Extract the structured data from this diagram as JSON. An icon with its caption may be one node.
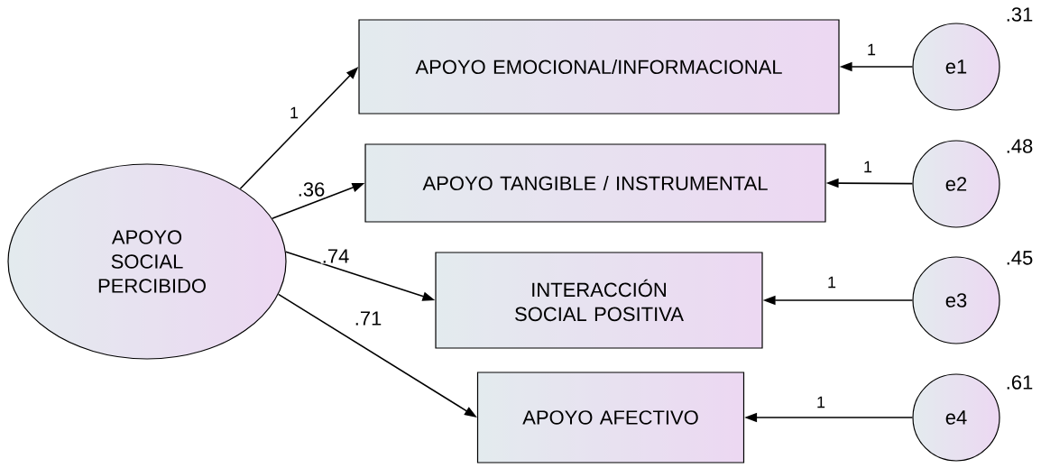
{
  "diagram": {
    "nodes": [
      {
        "text": [
          "APOYO SOCIAL PERCIBIDO"
        ]
      },
      {
        "text": [
          "APOYO EMOCIONAL/INFORMACIONAL"
        ]
      },
      {
        "text": [
          "APOYO TANGIBLE / INSTRUMENTAL"
        ]
      },
      {
        "text": [
          "INTERACCIÓN SOCIAL POSITIVA"
        ]
      },
      {
        "text": [
          "APOYO AFECTIVO"
        ]
      },
      {
        "text": [
          "e1"
        ],
        "beside": [
          ".31"
        ]
      },
      {
        "text": [
          "e2"
        ],
        "beside": [
          ".48"
        ]
      },
      {
        "text": [
          "e3"
        ],
        "beside": [
          ".45"
        ]
      },
      {
        "text": [
          "e4"
        ],
        "beside": [
          ".61"
        ]
      }
    ],
    "edges": [
      {
        "from": 0,
        "to": 1,
        "arrow": "to",
        "label": "1"
      },
      {
        "from": 0,
        "to": 2,
        "arrow": "to",
        "label": ".36"
      },
      {
        "from": 0,
        "to": 3,
        "arrow": "to",
        "label": ".74"
      },
      {
        "from": 0,
        "to": 4,
        "arrow": "to",
        "label": ".71"
      },
      {
        "from": 5,
        "to": 1,
        "arrow": "to",
        "label": "1"
      },
      {
        "from": 6,
        "to": 2,
        "arrow": "to",
        "label": "1"
      },
      {
        "from": 7,
        "to": 3,
        "arrow": "to",
        "label": "1"
      },
      {
        "from": 8,
        "to": 4,
        "arrow": "to",
        "label": "1"
      }
    ]
  }
}
